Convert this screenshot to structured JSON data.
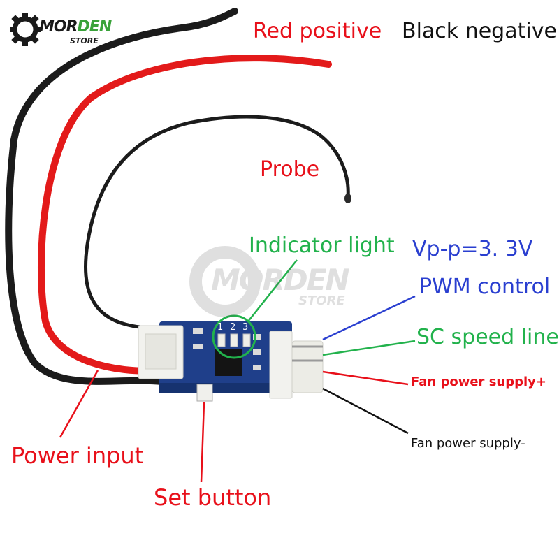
{
  "brand": {
    "name_a": "MOR",
    "name_b": "DEN",
    "sub": "STORE"
  },
  "labels": {
    "red_positive": "Red positive",
    "black_negative": "Black negative",
    "probe": "Probe",
    "indicator_light": "Indicator light",
    "vpp": "Vp-p=3. 3V",
    "pwm_control": "PWM control",
    "sc_speed_line": "SC speed line",
    "fan_power_plus": "Fan power supply+",
    "fan_power_minus": "Fan power supply-",
    "power_input": "Power input",
    "set_button": "Set button"
  },
  "board": {
    "led_numbers": [
      "1",
      "2",
      "3"
    ]
  },
  "colors": {
    "red_label": "#e8101a",
    "black_label": "#111111",
    "green_label": "#22b24c",
    "blue_label": "#2a3fd0",
    "pcb": "#1f3f8a",
    "connector": "#f2f2ee"
  },
  "icons": {
    "logo": "gear-logo-icon",
    "watermark": "gear-watermark-icon"
  }
}
